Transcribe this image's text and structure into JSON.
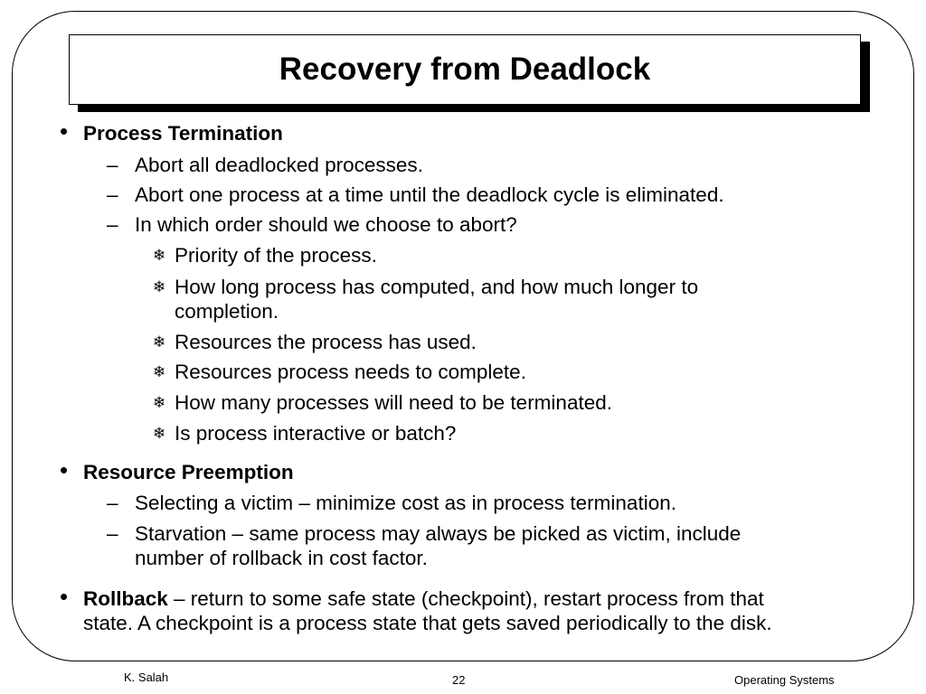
{
  "slide": {
    "title": "Recovery from Deadlock",
    "sections": [
      {
        "heading": "Process Termination",
        "items": [
          "Abort all deadlocked processes.",
          "Abort one process at a time until the deadlock cycle is eliminated.",
          "In which order should we choose to abort?"
        ],
        "subitems": [
          "Priority of the process.",
          "How long process has computed, and how much longer to",
          "completion.",
          "Resources the process has used.",
          "Resources process needs to complete.",
          "How many processes will need to be terminated.",
          "Is process interactive or batch?"
        ]
      },
      {
        "heading": "Resource Preemption",
        "items": [
          "Selecting a victim – minimize cost as in process termination.",
          "Starvation –  same process may always be picked as victim, include",
          "number of rollback in cost factor."
        ]
      },
      {
        "heading": "Rollback",
        "text_line1": " – return to some safe state (checkpoint), restart process from that",
        "text_line2": "state. A checkpoint is a process state that gets saved periodically to the disk."
      }
    ],
    "markers": {
      "bullet": "•",
      "dash": "–",
      "subbullet": "❄"
    }
  },
  "footer": {
    "author": "K. Salah",
    "page_number": "22",
    "course": "Operating Systems"
  }
}
